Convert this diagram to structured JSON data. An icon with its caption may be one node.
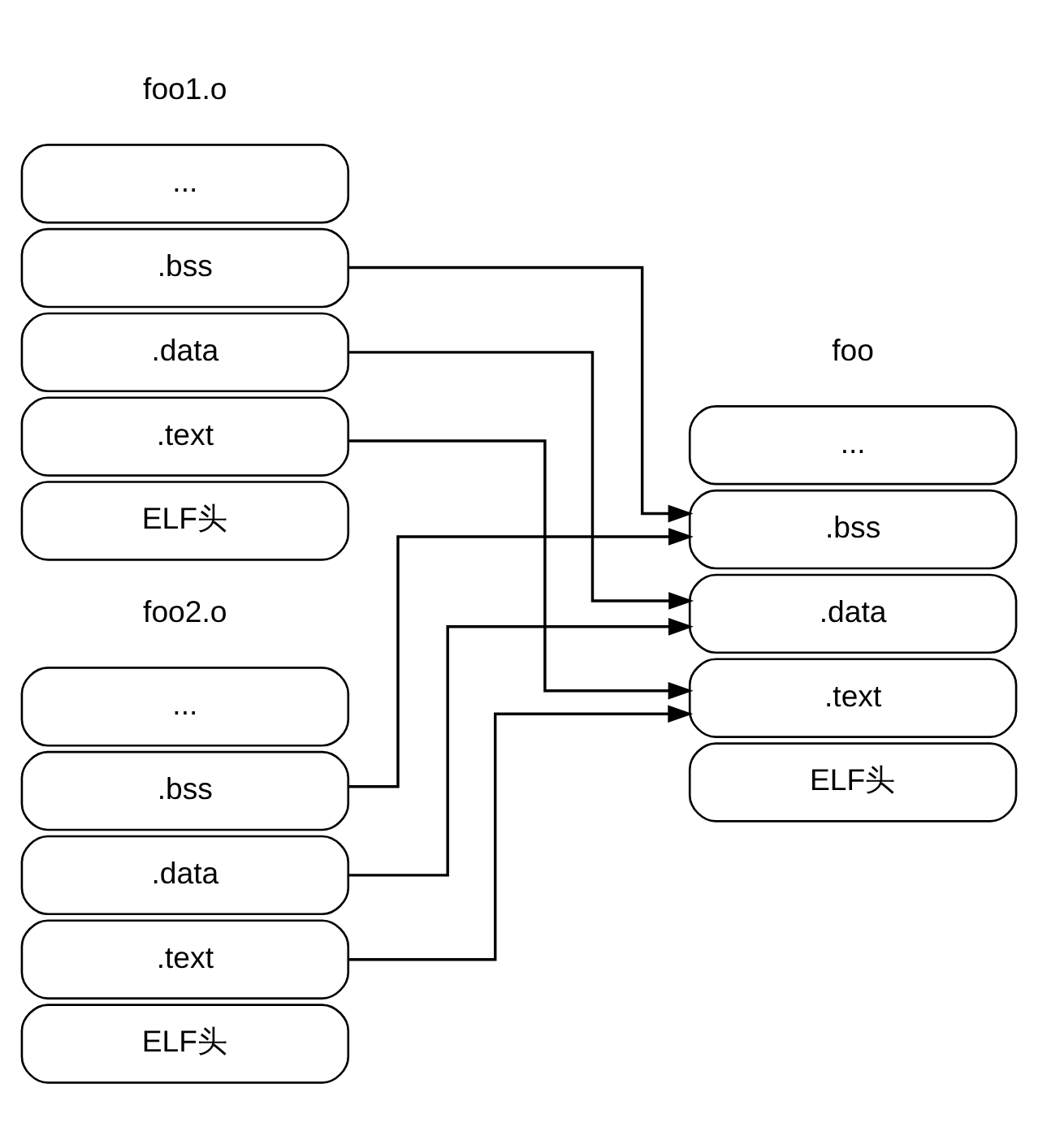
{
  "diagram": {
    "nodes": [
      {
        "text": [
          "..."
        ]
      },
      {
        "text": [
          ".bss"
        ]
      },
      {
        "text": [
          ".data"
        ]
      },
      {
        "text": [
          ".text"
        ]
      },
      {
        "text": [
          "ELF头"
        ]
      },
      {
        "text": [
          "..."
        ]
      },
      {
        "text": [
          ".bss"
        ]
      },
      {
        "text": [
          ".data"
        ]
      },
      {
        "text": [
          ".text"
        ]
      },
      {
        "text": [
          "ELF头"
        ]
      },
      {
        "text": [
          "..."
        ]
      },
      {
        "text": [
          ".bss"
        ]
      },
      {
        "text": [
          ".data"
        ]
      },
      {
        "text": [
          ".text"
        ]
      },
      {
        "text": [
          "ELF头"
        ]
      }
    ],
    "edges": [
      {
        "from": 1,
        "to": 11,
        "arrow": "to"
      },
      {
        "from": 6,
        "to": 11,
        "arrow": "to"
      },
      {
        "from": 2,
        "to": 12,
        "arrow": "to"
      },
      {
        "from": 7,
        "to": 12,
        "arrow": "to"
      },
      {
        "from": 3,
        "to": 13,
        "arrow": "to"
      },
      {
        "from": 8,
        "to": 13,
        "arrow": "to"
      }
    ],
    "labels": [
      "foo1.o",
      "foo2.o",
      "foo"
    ]
  }
}
